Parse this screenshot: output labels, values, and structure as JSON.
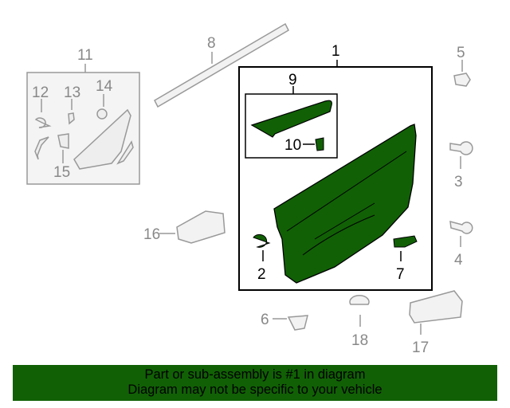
{
  "diagram": {
    "accent_color": "#116005",
    "callouts": {
      "p1": "1",
      "p2": "2",
      "p3": "3",
      "p4": "4",
      "p5": "5",
      "p6": "6",
      "p7": "7",
      "p8": "8",
      "p9": "9",
      "p10": "10",
      "p11": "11",
      "p12": "12",
      "p13": "13",
      "p14": "14",
      "p15": "15",
      "p16": "16",
      "p17": "17",
      "p18": "18"
    }
  },
  "banner": {
    "line1": "Part or sub-assembly is #1 in diagram",
    "line2": "Diagram may not be specific to your vehicle"
  }
}
